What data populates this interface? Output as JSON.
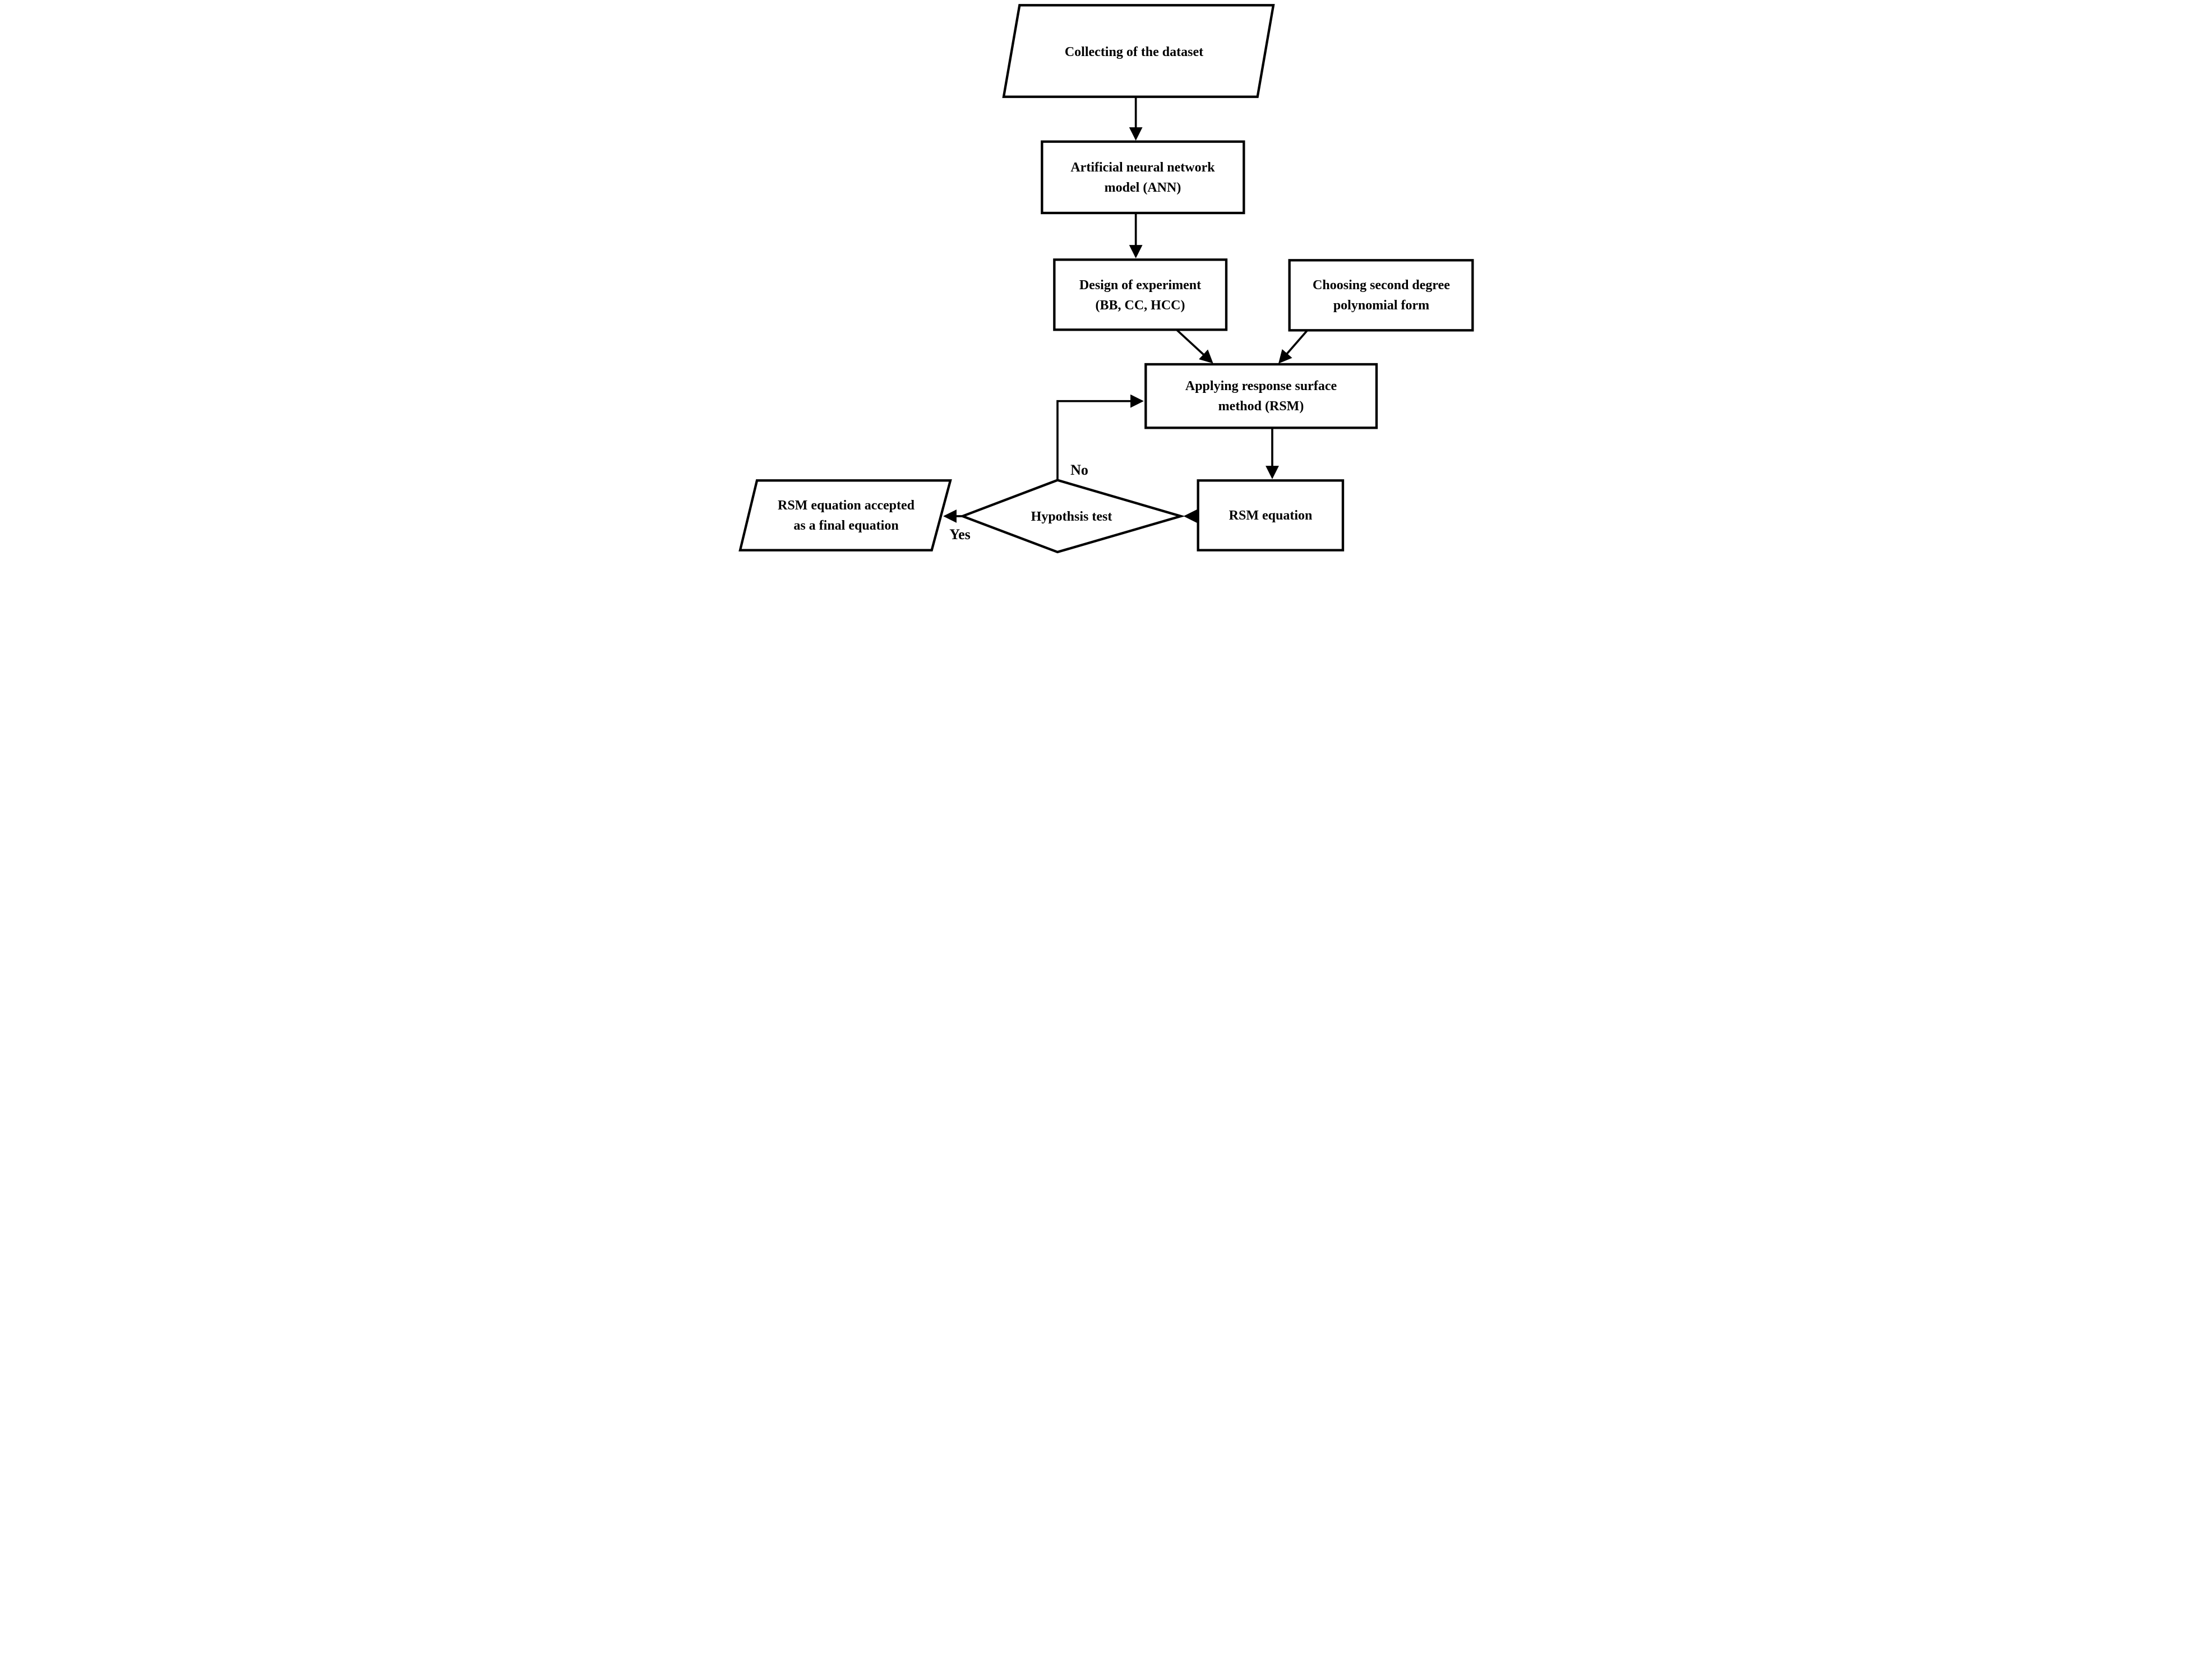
{
  "diagram": {
    "colors": {
      "background": "#ffffff",
      "line": "#000000",
      "text": "#000000"
    },
    "nodes": {
      "collect": {
        "shape": "parallelogram",
        "lines": [
          "Collecting of the dataset"
        ]
      },
      "ann": {
        "shape": "rectangle",
        "lines": [
          "Artificial neural network",
          "model (ANN)"
        ]
      },
      "doe": {
        "shape": "rectangle",
        "lines": [
          "Design of experiment",
          "(BB, CC, HCC)"
        ]
      },
      "poly": {
        "shape": "rectangle",
        "lines": [
          "Choosing second degree",
          "polynomial form"
        ]
      },
      "rsm": {
        "shape": "rectangle",
        "lines": [
          "Applying response surface",
          "method (RSM)"
        ]
      },
      "rsmeq": {
        "shape": "rectangle",
        "lines": [
          "RSM equation"
        ]
      },
      "hyp": {
        "shape": "diamond",
        "lines": [
          "Hypothsis test"
        ]
      },
      "final": {
        "shape": "parallelogram",
        "lines": [
          "RSM equation accepted",
          "as a final equation"
        ]
      }
    },
    "edge_labels": {
      "no": "No",
      "yes": "Yes"
    }
  }
}
